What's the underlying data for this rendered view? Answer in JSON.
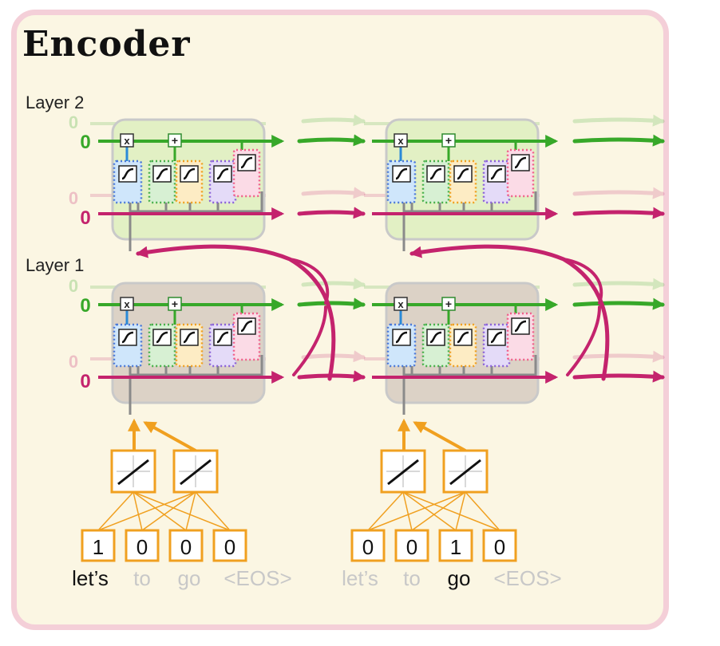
{
  "title": "Encoder",
  "layers": [
    {
      "label": "Layer 2"
    },
    {
      "label": "Layer 1"
    }
  ],
  "initial_state_labels": {
    "long_term": "0",
    "short_term": "0"
  },
  "gate_symbols": {
    "multiply": "x",
    "add": "+"
  },
  "inputs": [
    {
      "one_hot": [
        "1",
        "0",
        "0",
        "0"
      ],
      "words": [
        "let’s",
        "to",
        "go",
        "<EOS>"
      ],
      "active_word": 0
    },
    {
      "one_hot": [
        "0",
        "0",
        "1",
        "0"
      ],
      "words": [
        "let’s",
        "to",
        "go",
        "<EOS>"
      ],
      "active_word": 2
    }
  ],
  "colors": {
    "long_term": "#37a829",
    "short_term": "#c4236d",
    "embedding": "#f0a020",
    "layer2_unit_bg": "#e2f0c4",
    "layer1_unit_bg": "#dcd2c6",
    "frame_bg": "#fbf6e3",
    "frame_border": "#f4cfd8"
  }
}
